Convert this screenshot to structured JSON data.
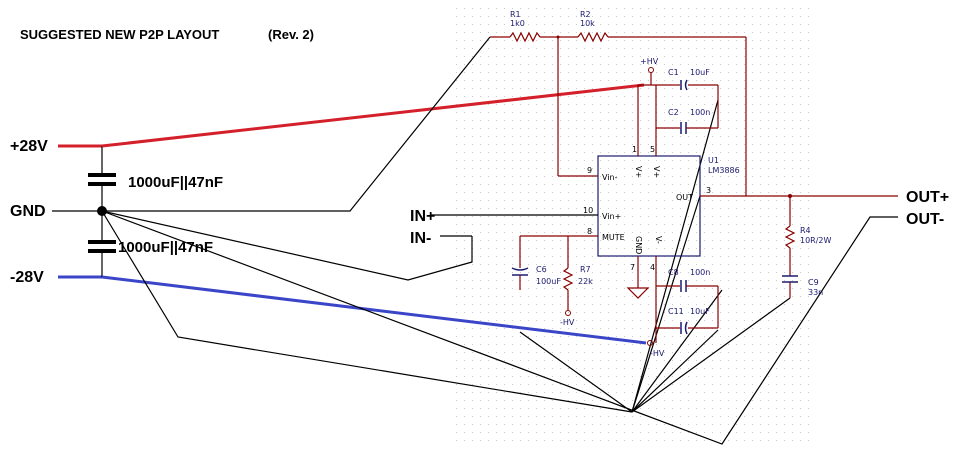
{
  "title": "SUGGESTED NEW P2P LAYOUT",
  "revision": "(Rev. 2)",
  "rails": {
    "pos": "+28V",
    "gnd": "GND",
    "neg": "-28V",
    "cap_top": "1000uF||47nF",
    "cap_bottom": "1000uF||47nF"
  },
  "io": {
    "in_plus": "IN+",
    "in_minus": "IN-",
    "out_plus": "OUT+",
    "out_minus": "OUT-"
  },
  "components": {
    "r1_ref": "R1",
    "r1_val": "1k0",
    "r2_ref": "R2",
    "r2_val": "10k",
    "c1_ref": "C1",
    "c1_val": "10uF",
    "c2_ref": "C2",
    "c2_val": "100n",
    "c6_ref": "C6",
    "c6_val": "100uF",
    "r7_ref": "R7",
    "r7_val": "22k",
    "c8_ref": "C8",
    "c8_val": "100n",
    "c11_ref": "C11",
    "c11_val": "10uF",
    "r4_ref": "R4",
    "r4_val": "10R/2W",
    "c9_ref": "C9",
    "c9_val": "33n",
    "u1_ref": "U1",
    "u1_val": "LM3886",
    "hv_pos": "+HV",
    "hv_neg": "-HV",
    "hv_neg2": "-HV"
  },
  "pins": {
    "vin_minus": "Vin-",
    "vin_plus": "Vin+",
    "mute": "MUTE",
    "out": "OUT",
    "vplus1": "V+",
    "vplus2": "V+",
    "vminus": "V-",
    "gnd": "GND",
    "p1": "1",
    "p5": "5",
    "p9": "9",
    "p10": "10",
    "p8": "8",
    "p3": "3",
    "p7": "7",
    "p4": "4"
  }
}
